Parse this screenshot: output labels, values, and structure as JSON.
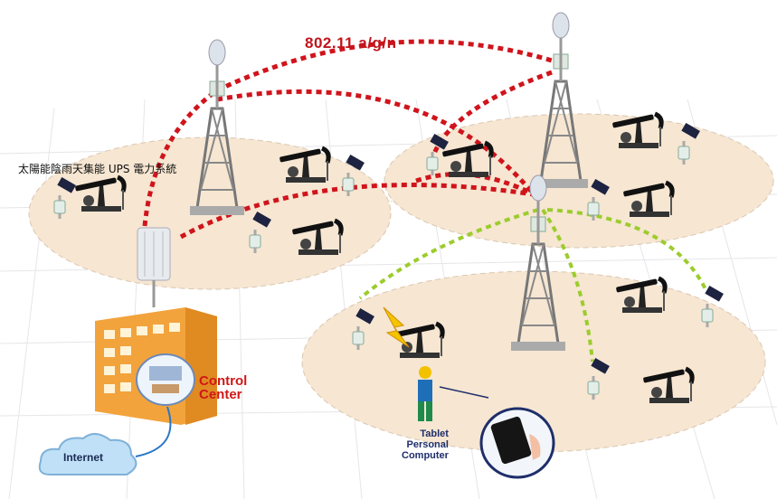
{
  "labels": {
    "wireless_standard": "802.11 a/g/n",
    "ups_system": "太陽能陰雨天集能 UPS 電力系統",
    "control_center_line1": "Control",
    "control_center_line2": "Center",
    "internet": "Internet",
    "tablet_line1": "Tablet",
    "tablet_line2": "Personal",
    "tablet_line3": "Computer"
  },
  "colors": {
    "wireless_link": "#d0141c",
    "field_link": "#9ccc2c",
    "site_area": "#f6e6d2",
    "building": "#f2a33c",
    "cloud": "#bfe0f6"
  }
}
